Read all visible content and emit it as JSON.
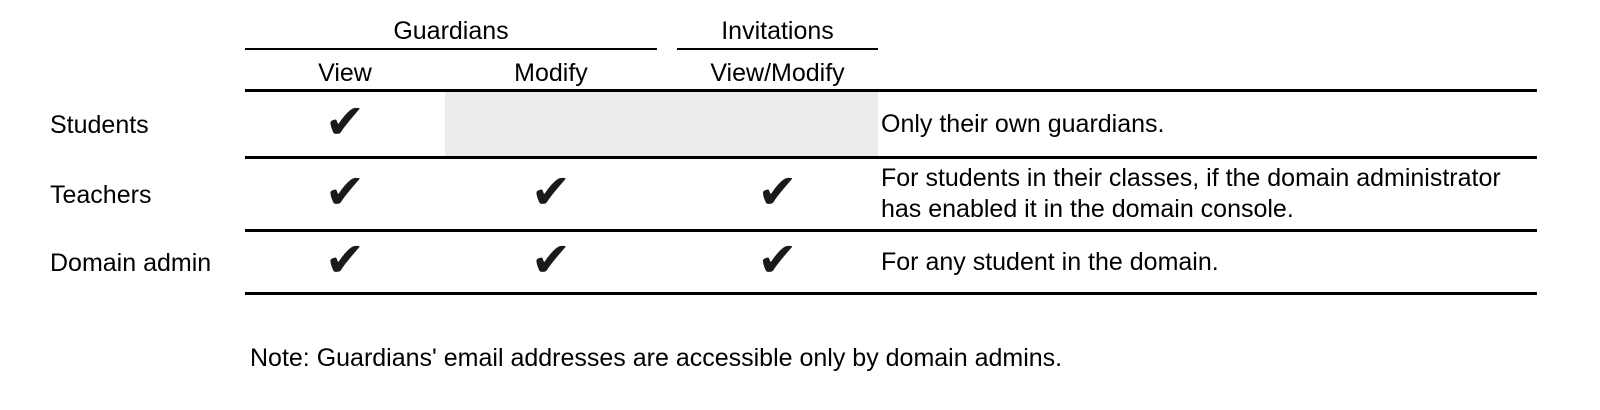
{
  "table": {
    "column_groups": [
      {
        "label": "Guardians"
      },
      {
        "label": "Invitations"
      }
    ],
    "sub_columns": [
      {
        "label": "View"
      },
      {
        "label": "Modify"
      },
      {
        "label": "View/Modify"
      }
    ],
    "rows": [
      {
        "label": "Students",
        "view": "✔",
        "modify": "",
        "view_modify": "",
        "note": "Only their own guardians."
      },
      {
        "label": "Teachers",
        "view": "✔",
        "modify": "✔",
        "view_modify": "✔",
        "note": "For students in their classes, if the domain administrator has enabled it in the domain console."
      },
      {
        "label": "Domain admin",
        "view": "✔",
        "modify": "✔",
        "view_modify": "✔",
        "note": "For any student in the domain."
      }
    ],
    "checkmark_glyph": "✔",
    "colors": {
      "merged_empty_cell_bg": "#ececec",
      "rule_line": "#000000",
      "text": "#000000"
    }
  },
  "footnote": "Note: Guardians' email addresses are accessible only by domain admins."
}
